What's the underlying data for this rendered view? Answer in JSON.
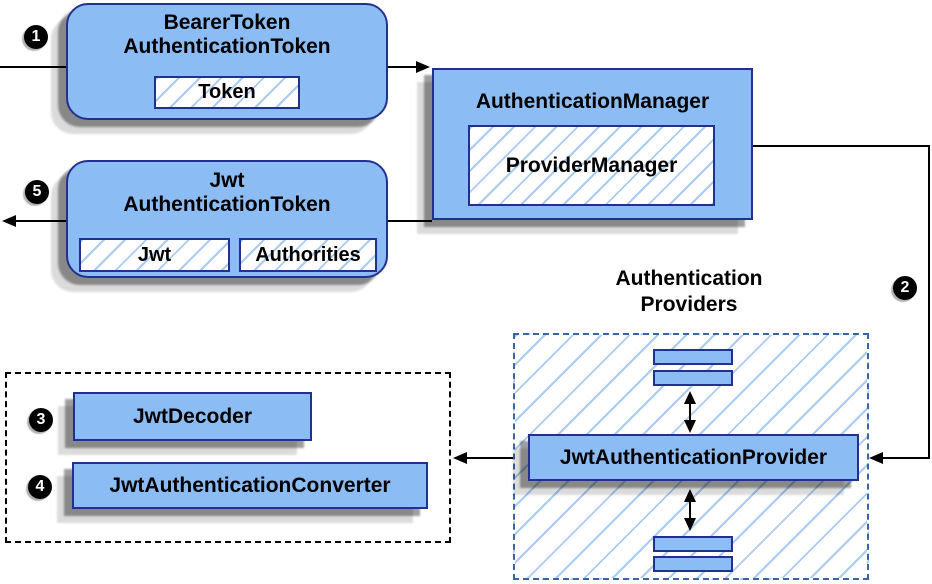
{
  "colors": {
    "canvas_bg": "#ffffff",
    "box_fill": "#8bbcf4",
    "box_border": "#22318f",
    "hatch_line": "#a9cbf2",
    "provider_container_border": "#3a64a8",
    "dashed_box_border": "#000000",
    "arrow": "#000000",
    "text": "#000000",
    "badge_bg": "#000000",
    "badge_text": "#ffffff"
  },
  "nodes": {
    "bearer_token_authentication_token": {
      "title": "BearerToken\nAuthenticationToken",
      "token_chip": "Token"
    },
    "jwt_authentication_token": {
      "title": "Jwt\nAuthenticationToken",
      "jwt_chip": "Jwt",
      "authorities_chip": "Authorities"
    },
    "authentication_manager": {
      "title": "AuthenticationManager",
      "provider_manager_chip": "ProviderManager"
    },
    "authentication_providers": {
      "label": "Authentication\nProviders",
      "provider_node": "JwtAuthenticationProvider"
    },
    "jwt_decoder": {
      "label": "JwtDecoder"
    },
    "jwt_authentication_converter": {
      "label": "JwtAuthenticationConverter"
    }
  },
  "badges": {
    "step1": "1",
    "step2": "2",
    "step3": "3",
    "step4": "4",
    "step5": "5"
  }
}
